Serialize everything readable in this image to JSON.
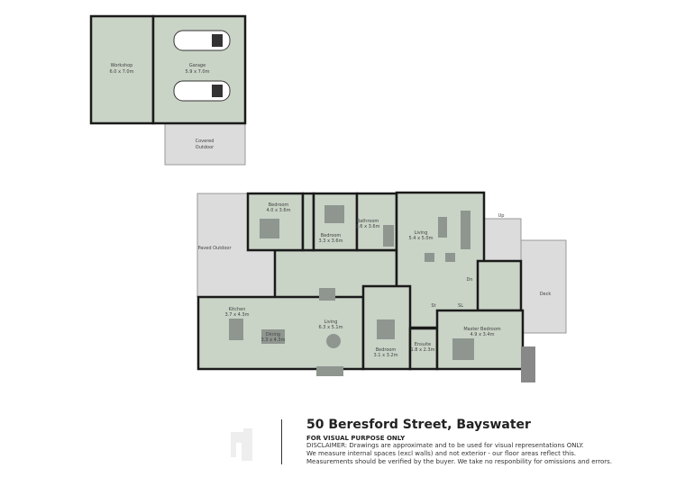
{
  "outbuilding": {
    "workshop": {
      "name": "Workshop",
      "size": "6.0 x 7.0m"
    },
    "garage": {
      "name": "Garage",
      "size": "5.9 x 7.0m"
    },
    "covered_outdoor": {
      "name": "Covered",
      "name2": "Outdoor"
    }
  },
  "house": {
    "paved_outdoor": "Paved Outdoor",
    "bedroom1": {
      "name": "Bedroom",
      "size": "4.0 x 3.6m"
    },
    "bedroom2": {
      "name": "Bedroom",
      "size": "3.3 x 3.6m"
    },
    "bathroom": {
      "name": "Bathroom",
      "size": "2.6 x 3.6m"
    },
    "living_upper": {
      "name": "Living",
      "size": "5.4 x 5.0m"
    },
    "kitchen": {
      "name": "Kitchen",
      "size": "3.7 x 4.3m"
    },
    "dining": {
      "name": "Dining",
      "size": "3.3 x 4.3m"
    },
    "living_main": {
      "name": "Living",
      "size": "6.3 x 5.1m"
    },
    "bedroom3": {
      "name": "Bedroom",
      "size": "3.1 x 3.2m"
    },
    "ensuite": {
      "name": "Ensuite",
      "size": "1.8 x 2.3m"
    },
    "master": {
      "name": "Master Bedroom",
      "size": "4.9 x 3.4m"
    },
    "deck": "Deck",
    "up": "Up",
    "dn": "Dn",
    "storage": "St",
    "linen": "SL"
  },
  "info": {
    "title": "50 Beresford Street, Bayswater",
    "subtitle": "FOR VISUAL PURPOSE ONLY",
    "disclaimer": [
      "DISCLAIMER:  Drawings are approximate and to be used for visual representations ONLY.",
      "We measure internal spaces (excl walls) and not exterior - our floor areas reflect this.",
      "Measurements should be verified by the buyer. We take no responbility for omissions and errors."
    ]
  },
  "colors": {
    "room": "#c9d3c6",
    "outdoor": "#dcdcdc",
    "wall": "#1a1a1a"
  }
}
